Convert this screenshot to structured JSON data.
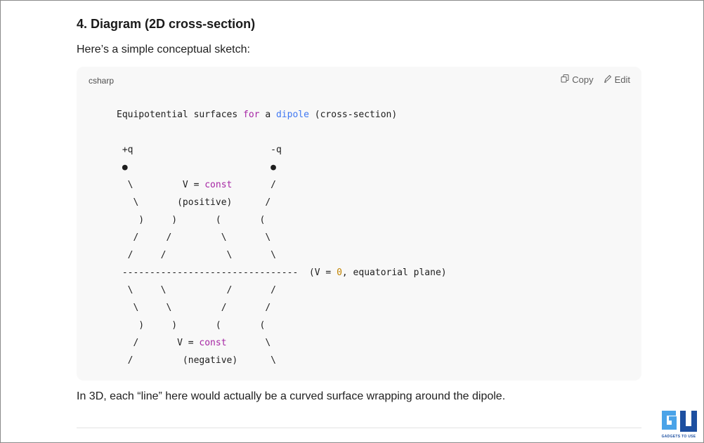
{
  "heading": "4. Diagram (2D cross-section)",
  "intro": "Here’s a simple conceptual sketch:",
  "codeblock": {
    "language": "csharp",
    "copy_label": "Copy",
    "edit_label": "Edit",
    "lines": [
      [
        {
          "t": "Equipotential surfaces "
        },
        {
          "t": "for",
          "c": "kw"
        },
        {
          "t": " a "
        },
        {
          "t": "dipole",
          "c": "bl"
        },
        {
          "t": " (cross-section)"
        }
      ],
      [],
      [
        {
          "t": " +q                         -q"
        }
      ],
      [
        {
          "t": " ●                          ●"
        }
      ],
      [
        {
          "t": "  \\         V = "
        },
        {
          "t": "const",
          "c": "kw"
        },
        {
          "t": "       /"
        }
      ],
      [
        {
          "t": "   \\       (positive)      /"
        }
      ],
      [
        {
          "t": "    )     )       (       ("
        }
      ],
      [
        {
          "t": "   /     /         \\       \\"
        }
      ],
      [
        {
          "t": "  /     /           \\       \\"
        }
      ],
      [
        {
          "t": " --------------------------------  (V = "
        },
        {
          "t": "0",
          "c": "num"
        },
        {
          "t": ", equatorial plane)"
        }
      ],
      [
        {
          "t": "  \\     \\           /       /"
        }
      ],
      [
        {
          "t": "   \\     \\         /       /"
        }
      ],
      [
        {
          "t": "    )     )       (       ("
        }
      ],
      [
        {
          "t": "   /       V = "
        },
        {
          "t": "const",
          "c": "kw"
        },
        {
          "t": "       \\"
        }
      ],
      [
        {
          "t": "  /         (negative)      \\"
        }
      ]
    ]
  },
  "footnote": "In 3D, each “line” here would actually be a curved surface wrapping around the dipole.",
  "watermark": {
    "text": "GADGETS TO USE"
  }
}
